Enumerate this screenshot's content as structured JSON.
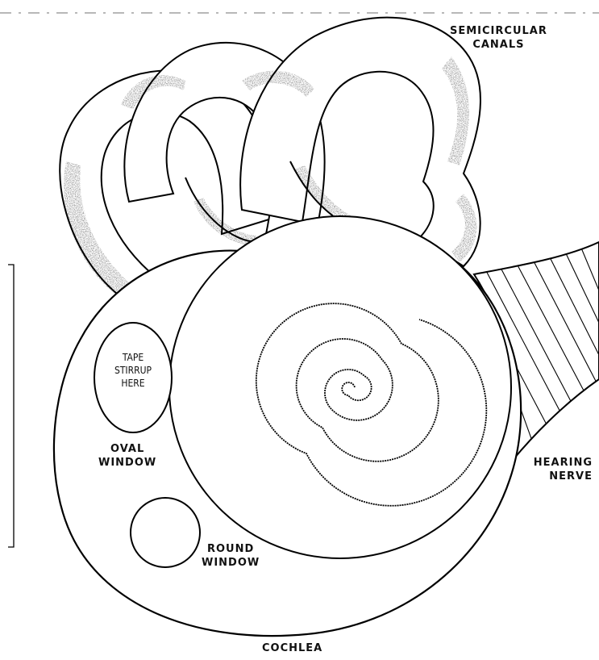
{
  "labels": {
    "semicircular_line1": "SEMICIRCULAR",
    "semicircular_line2": "CANALS",
    "oval_window_line1": "OVAL",
    "oval_window_line2": "WINDOW",
    "round_window_line1": "ROUND",
    "round_window_line2": "WINDOW",
    "hearing_nerve_line1": "HEARING",
    "hearing_nerve_line2": "NERVE",
    "cochlea": "COCHLEA"
  },
  "note": {
    "line1": "TAPE",
    "line2": "STIRRUP",
    "line3": "HERE"
  }
}
